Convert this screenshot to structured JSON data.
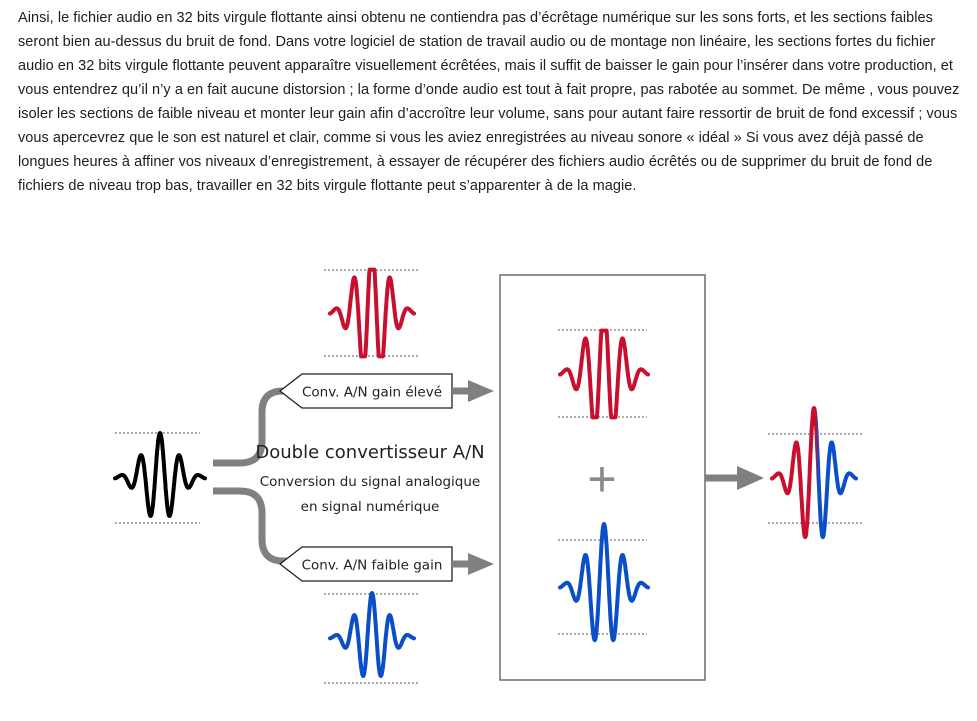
{
  "article": {
    "paragraph": "Ainsi, le fichier audio en 32 bits virgule flottante ainsi obtenu ne contiendra pas d’écrêtage numérique sur les sons forts, et les sections faibles seront bien au-dessus du bruit de fond. Dans votre logiciel de station de travail audio ou de montage non linéaire, les sections fortes du fichier audio en 32 bits virgule flottante peuvent apparaître visuellement écrêtées, mais il suffit de baisser le gain pour l’insérer dans votre production, et vous entendrez qu’il n’y a en fait aucune distorsion ; la forme d’onde audio est tout à fait propre, pas rabotée au sommet. De même , vous pouvez isoler les sections de faible niveau et monter leur gain afin d’accroître leur volume, sans pour autant faire ressortir de bruit de fond excessif ; vous vous apercevrez que le son est naturel et clair, comme si vous les aviez enregistrées au niveau sonore « idéal » Si vous avez déjà passé de longues heures à affiner vos niveaux d’enregistrement, à essayer de récupérer des fichiers audio écrêtés ou de supprimer du bruit de fond de fichiers de niveau trop bas, travailler en 32 bits virgule flottante peut s’apparenter à de la magie."
  },
  "diagram": {
    "title": "Double convertisseur A/N",
    "subtitle_line1": "Conversion du signal analogique",
    "subtitle_line2": "en signal numérique",
    "high_gain_label": "Conv. A/N gain élevé",
    "low_gain_label": "Conv. A/N faible gain",
    "plus_symbol": "+",
    "colors": {
      "input_wave": "#000000",
      "high_gain_wave": "#c8102e",
      "low_gain_wave": "#0a4fc7",
      "arrow_gray": "#808080",
      "box_border": "#6b6b6b",
      "dashed_line": "#555555"
    }
  }
}
